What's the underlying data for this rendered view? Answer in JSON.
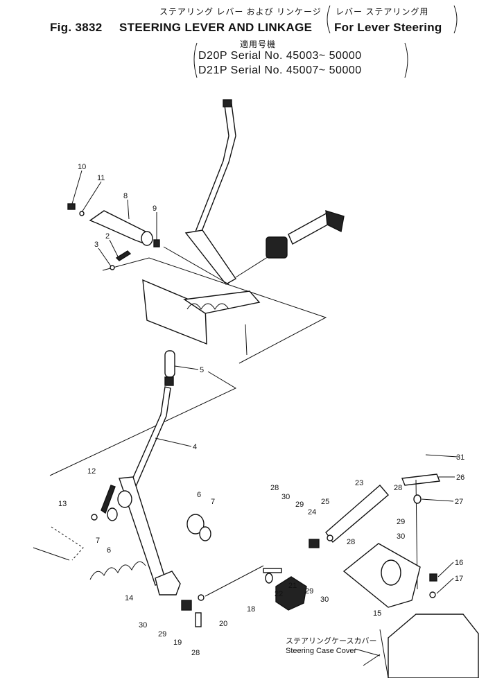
{
  "header": {
    "jp_title": "ステアリング レバー および リンケージ",
    "jp_subtitle": "レバー ステアリング用",
    "fig_no": "Fig. 3832",
    "title": "STEERING LEVER AND LINKAGE",
    "subtitle": "For Lever Steering",
    "jp_serial": "適用号機",
    "serial_1": "D20P  Serial No. 45003~ 50000",
    "serial_2": "D21P  Serial No. 45007~ 50000"
  },
  "annotations": {
    "case_cover_jp": "ステアリングケースカバー",
    "case_cover_en": "Steering Case Cover"
  },
  "callouts": [
    "10",
    "11",
    "8",
    "9",
    "2",
    "3",
    "5",
    "4",
    "12",
    "13",
    "6",
    "7",
    "6",
    "7",
    "14",
    "30",
    "29",
    "19",
    "28",
    "20",
    "18",
    "28",
    "30",
    "29",
    "21",
    "22",
    "25",
    "24",
    "28",
    "29",
    "30",
    "23",
    "28",
    "26",
    "31",
    "27",
    "29",
    "30",
    "16",
    "17",
    "15"
  ]
}
